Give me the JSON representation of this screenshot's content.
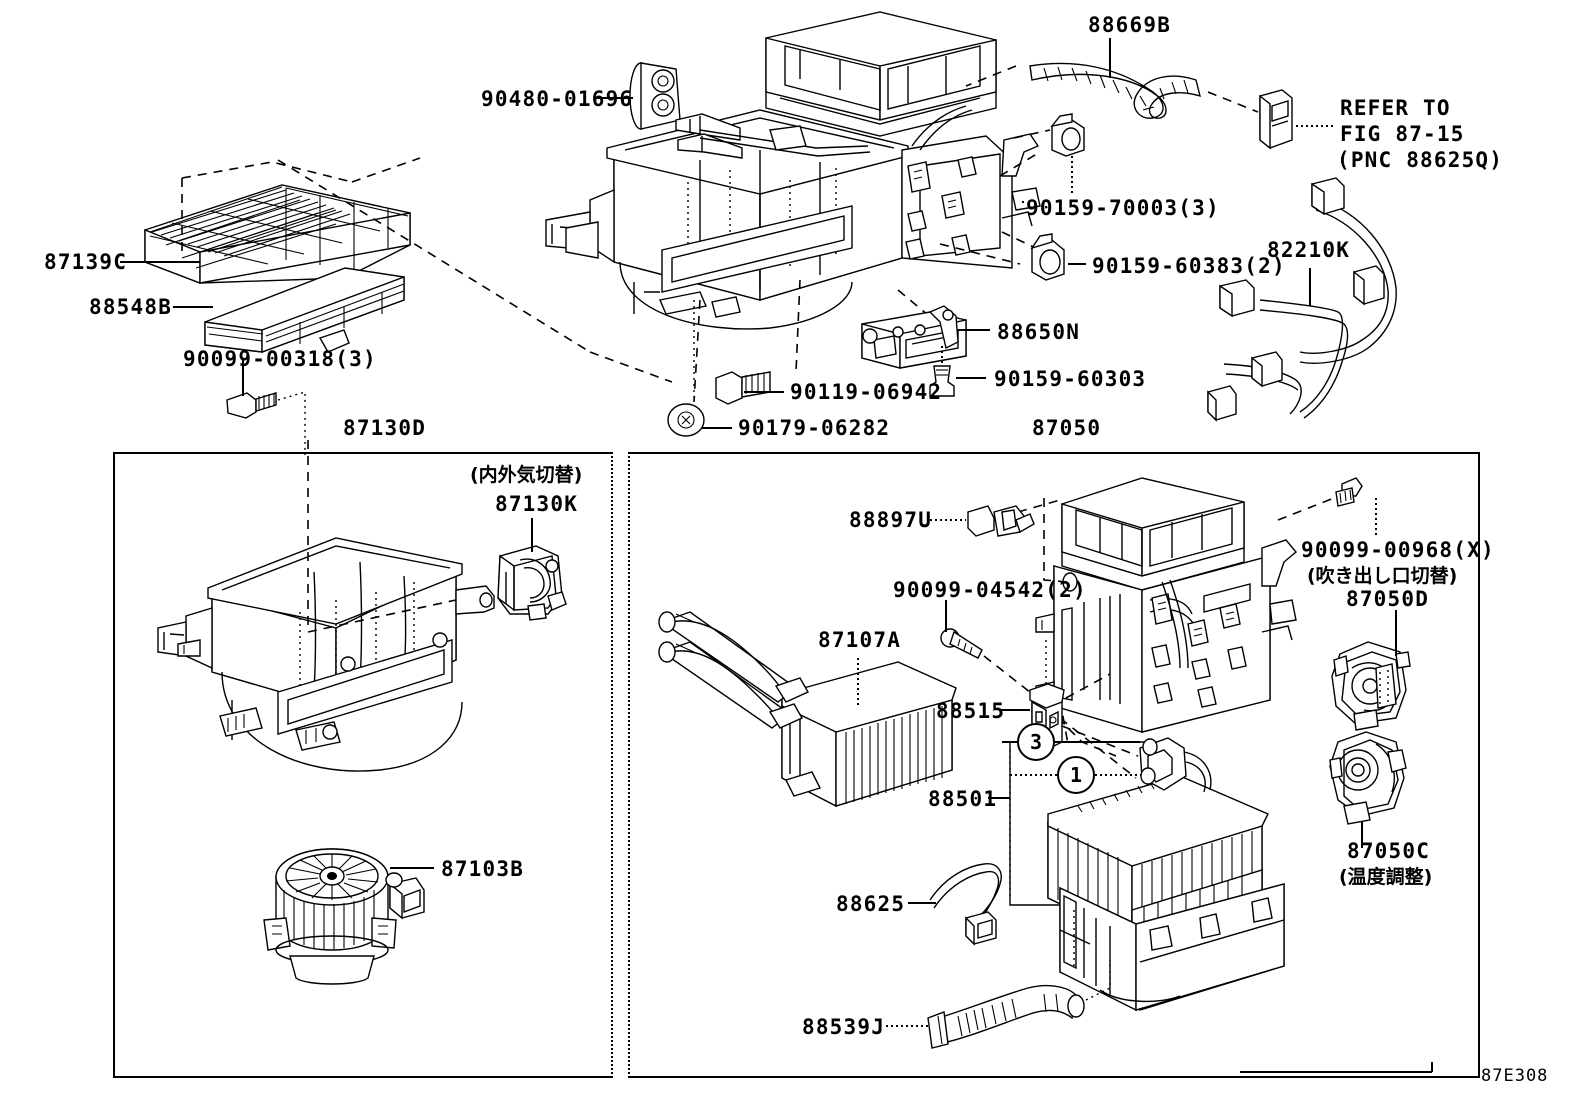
{
  "diagram": {
    "figure_code": "87E308",
    "title_parts": [
      "87130D",
      "87050"
    ]
  },
  "labels": {
    "filter_87139C": "87139C",
    "grille_88548B": "88548B",
    "screw_90099_00318": "90099-00318(3)",
    "grommet_90480_01696": "90480-01696",
    "hose_88669B": "88669B",
    "refer_line1": "REFER TO",
    "refer_line2": "FIG 87-15",
    "refer_line3": "(PNC 88625Q)",
    "bolt_90159_70003": "90159-70003(3)",
    "bolt_90159_60383": "90159-60383(2)",
    "harness_82210K": "82210K",
    "amplifier_88650N": "88650N",
    "bolt_90159_60303": "90159-60303",
    "bolt_90119_06942": "90119-06942",
    "nut_90179_06282": "90179-06282",
    "blower_case_87130D": "87130D",
    "servo_87130K": "87130K",
    "servo_87130K_jp": "(内外気切替)",
    "blower_motor_87103B": "87103B",
    "cooling_unit_87050": "87050",
    "sensor_88897U": "88897U",
    "bolt_90099_04542": "90099-04542(2)",
    "screw_90099_00968": "90099-00968(X)",
    "screw_90099_00968_jp": "(吹き出し口切替)",
    "servo_87050D": "87050D",
    "servo_87050C": "87050C",
    "servo_87050C_jp": "(温度調整)",
    "heater_core_87107A": "87107A",
    "expansion_valve_88515": "88515",
    "evaporator_88501": "88501",
    "thermistor_88625": "88625",
    "hose_88539J": "88539J",
    "callout_3": "3",
    "callout_1": "1"
  },
  "colors": {
    "line": "#000000",
    "background": "#ffffff"
  }
}
